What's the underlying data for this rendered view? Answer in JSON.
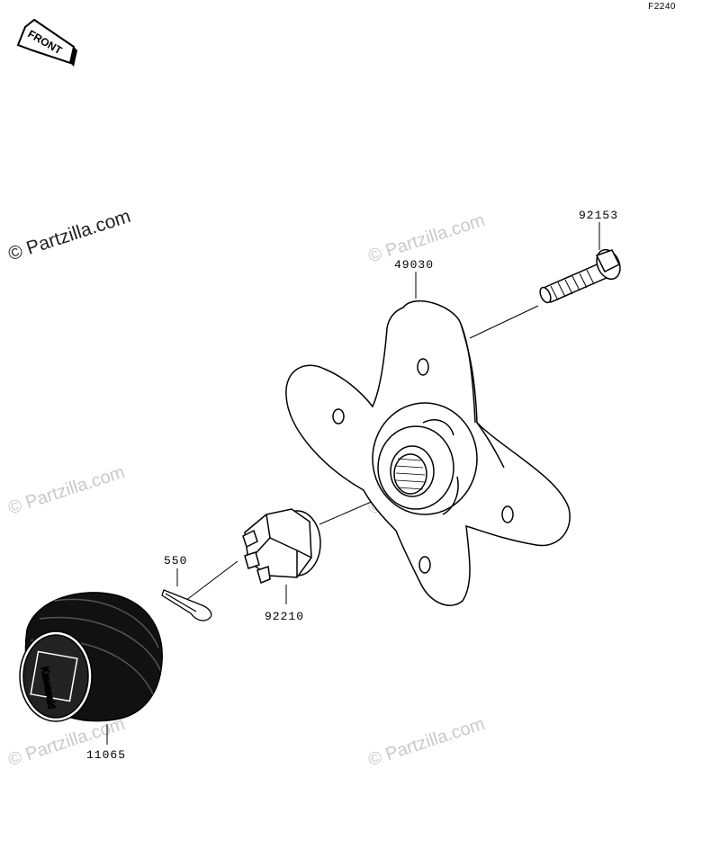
{
  "diagram": {
    "figure_code": "F2240",
    "front_arrow_text": "FRONT",
    "emblem_text": "Kawasaki",
    "watermarks": {
      "dark": "© Partzilla.com",
      "light": "© Partzilla.com"
    },
    "parts": [
      {
        "number": "92153"
      },
      {
        "number": "49030"
      },
      {
        "number": "550"
      },
      {
        "number": "92210"
      },
      {
        "number": "11065"
      }
    ]
  }
}
